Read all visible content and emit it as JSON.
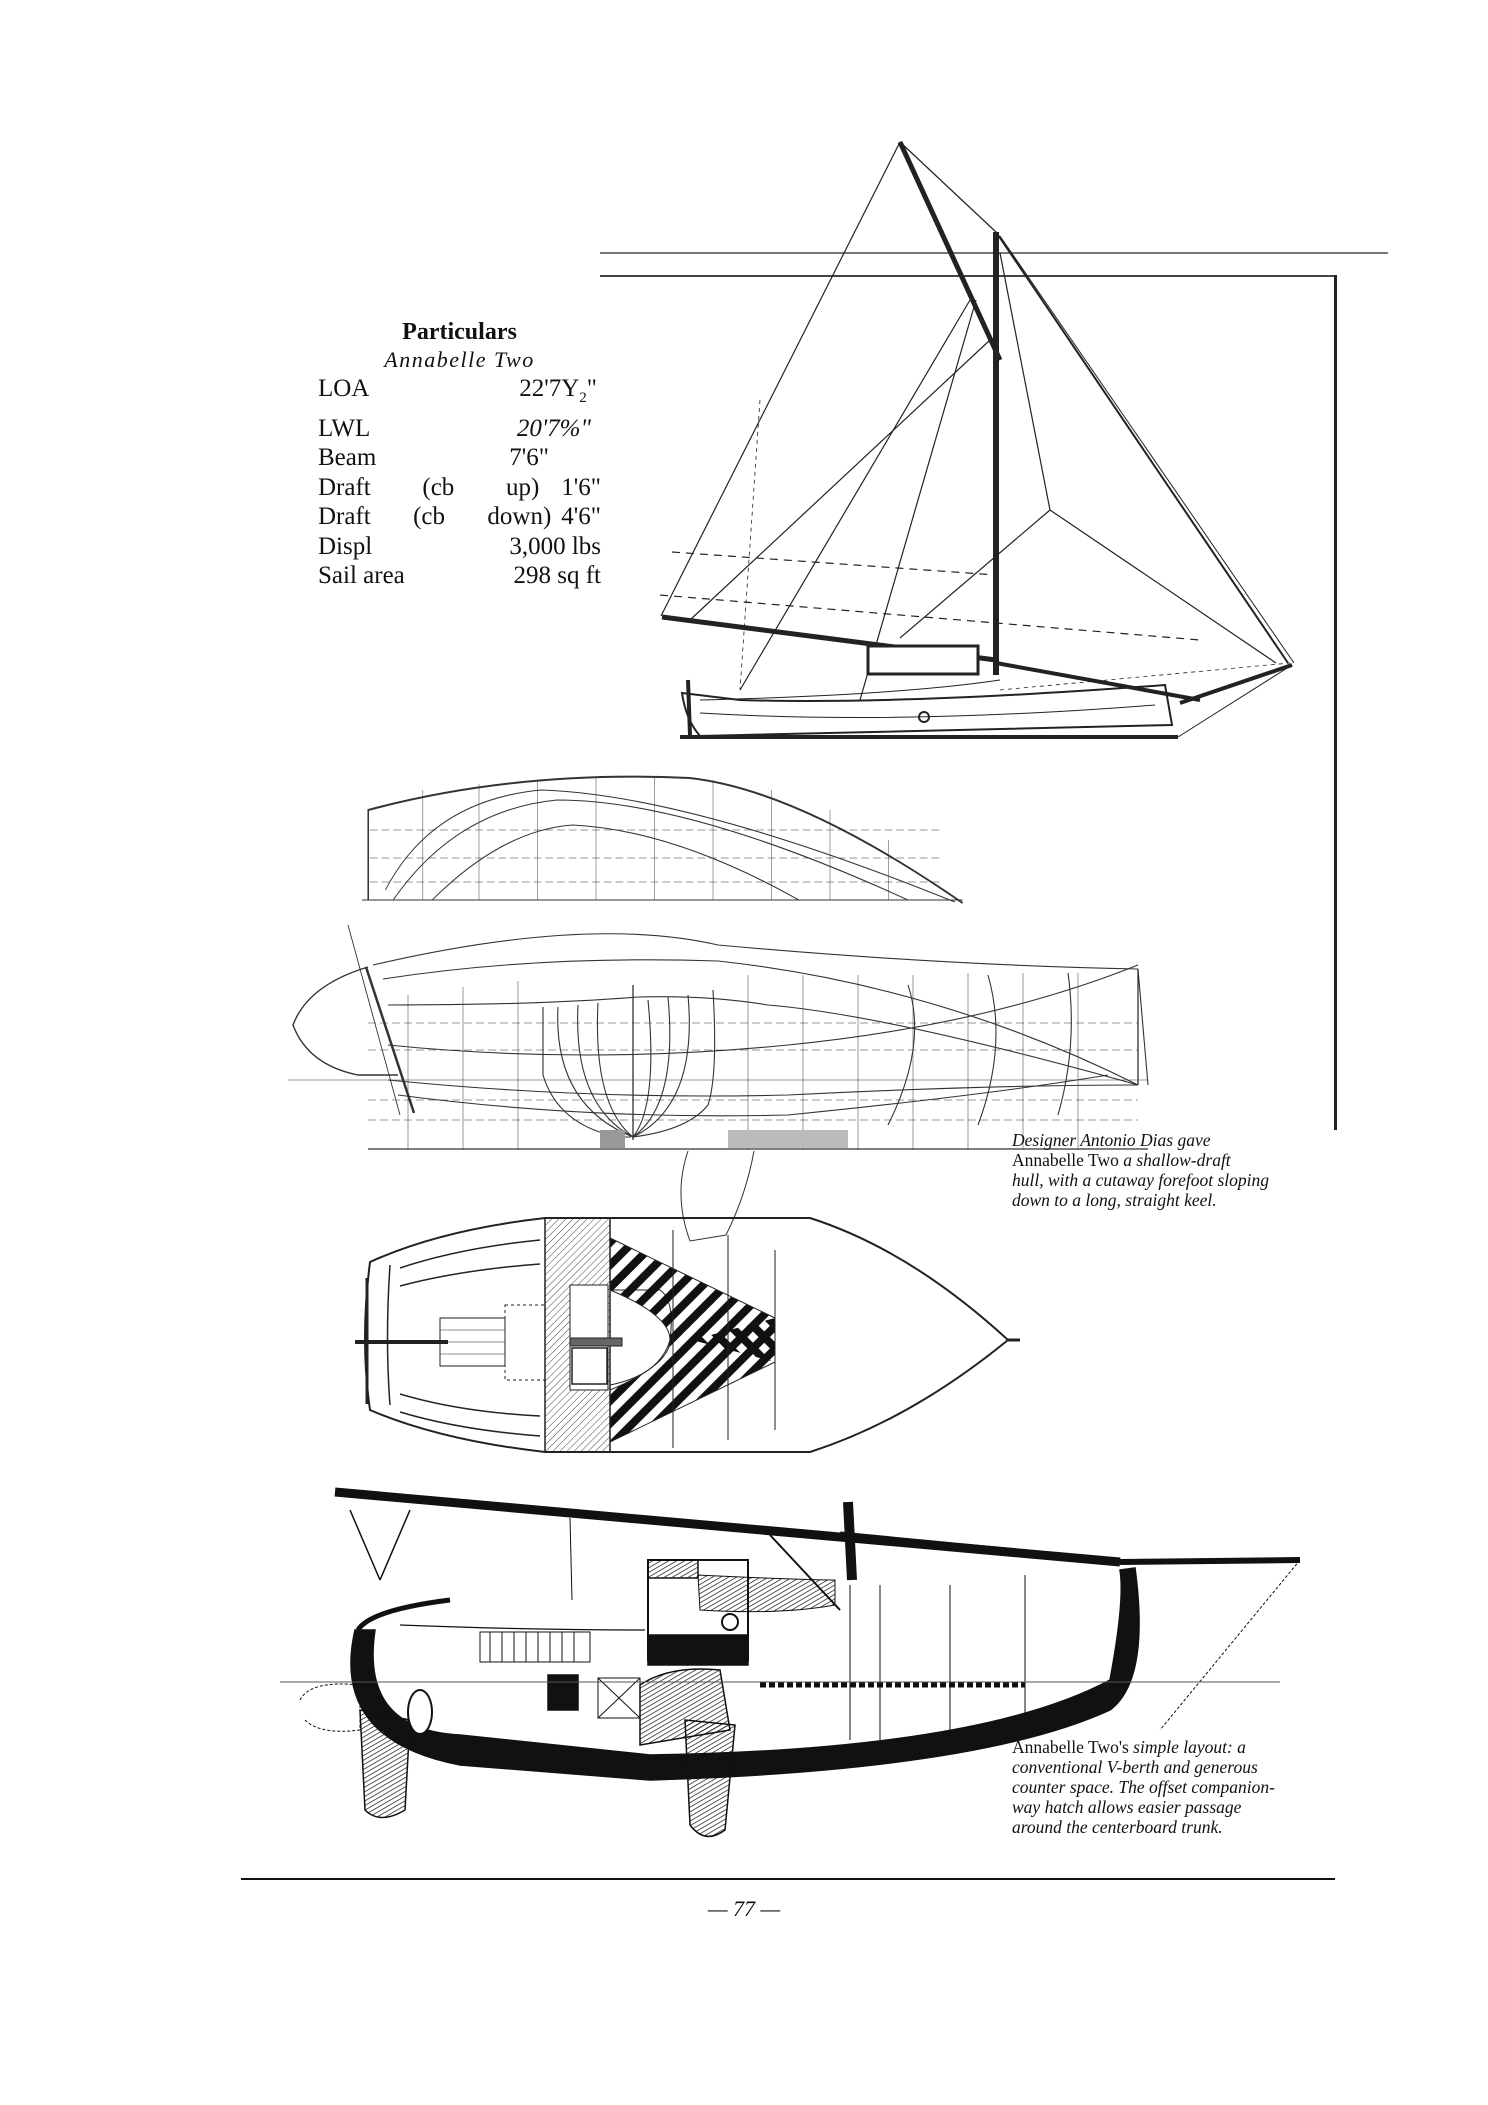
{
  "particulars": {
    "title": "Particulars",
    "boat_name": "Annabelle Two",
    "rows": [
      {
        "label": "LOA",
        "value": "22'7Y",
        "value_sub": "2",
        "value_suffix": "\""
      },
      {
        "label": "LWL",
        "value": "20'7%\""
      },
      {
        "label": "Beam",
        "value": "7'6\""
      },
      {
        "label_parts": [
          "Draft",
          "(cb",
          "up)"
        ],
        "value": "1'6\""
      },
      {
        "label_parts": [
          "Draft",
          "(cb",
          "down)"
        ],
        "value": "4'6\""
      },
      {
        "label": "Displ",
        "value": "3,000 lbs"
      },
      {
        "label": "Sail area",
        "value": "298 sq ft"
      }
    ]
  },
  "captions": {
    "hull": {
      "line1": "Designer Antonio Dias gave",
      "line2_roman": "Annabelle Two",
      "line2_italic": " a shallow-draft",
      "line3": "hull, with a cutaway forefoot sloping",
      "line4": "down to a long, straight keel."
    },
    "layout": {
      "line1_roman": "Annabelle Two's",
      "line1_italic": " simple layout: a",
      "line2": "conventional V-berth and generous",
      "line3": "counter space. The offset companion-",
      "line4": "way hatch allows easier passage",
      "line5": "around the centerboard trunk."
    }
  },
  "figures": {
    "sail_plan": "sail-plan-drawing",
    "profile_lines": "profile-lines-drawing",
    "body_plan": "body-plan-drawing",
    "deck_plan": "deck-plan-drawing",
    "interior_profile": "interior-profile-drawing"
  },
  "page_number": "— 77 —"
}
